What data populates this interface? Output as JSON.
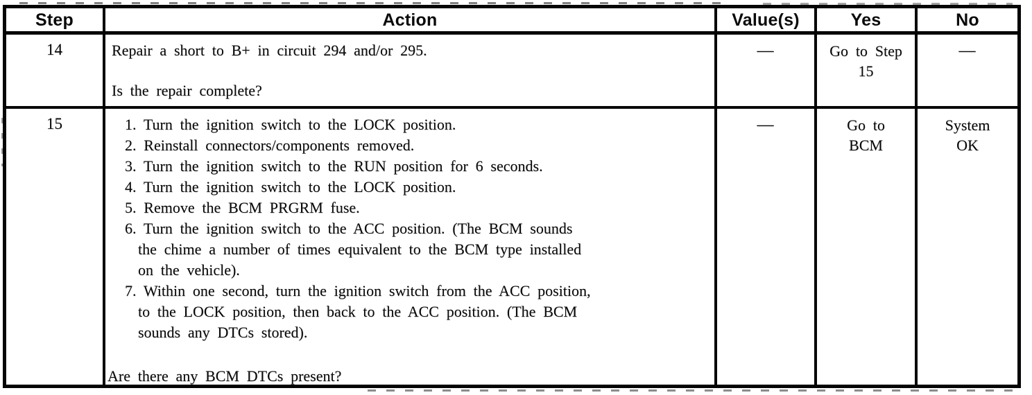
{
  "table": {
    "headers": {
      "step": "Step",
      "action": "Action",
      "values": "Value(s)",
      "yes": "Yes",
      "no": "No"
    },
    "rows": [
      {
        "step": "14",
        "action_text": "Repair a short to B+ in circuit 294 and/or 295.",
        "action_question": "Is the repair complete?",
        "values": "—",
        "yes_lines": [
          "Go to Step",
          "15"
        ],
        "no": "—"
      },
      {
        "step": "15",
        "action_steps": [
          {
            "lines": [
              "1. Turn the ignition switch to the LOCK position."
            ]
          },
          {
            "lines": [
              "2. Reinstall connectors/components removed."
            ]
          },
          {
            "lines": [
              "3. Turn the ignition switch to the RUN position for 6 seconds."
            ]
          },
          {
            "lines": [
              "4. Turn the ignition switch to the LOCK position."
            ]
          },
          {
            "lines": [
              "5. Remove the BCM PRGRM fuse."
            ]
          },
          {
            "lines": [
              "6. Turn the ignition switch to the ACC position. (The BCM sounds",
              "the chime a number of times equivalent to the BCM type installed",
              "on the vehicle)."
            ]
          },
          {
            "lines": [
              "7. Within one second, turn the ignition switch from the ACC position,",
              "to the LOCK position, then back to the ACC position. (The BCM",
              "sounds any DTCs stored)."
            ]
          }
        ],
        "action_question": "Are there any BCM DTCs present?",
        "values": "—",
        "yes_lines": [
          "Go to",
          "BCM"
        ],
        "no_lines": [
          "System",
          "OK"
        ]
      }
    ],
    "colors": {
      "border": "#050505",
      "text": "#0a0a0a",
      "background": "#ffffff"
    }
  }
}
